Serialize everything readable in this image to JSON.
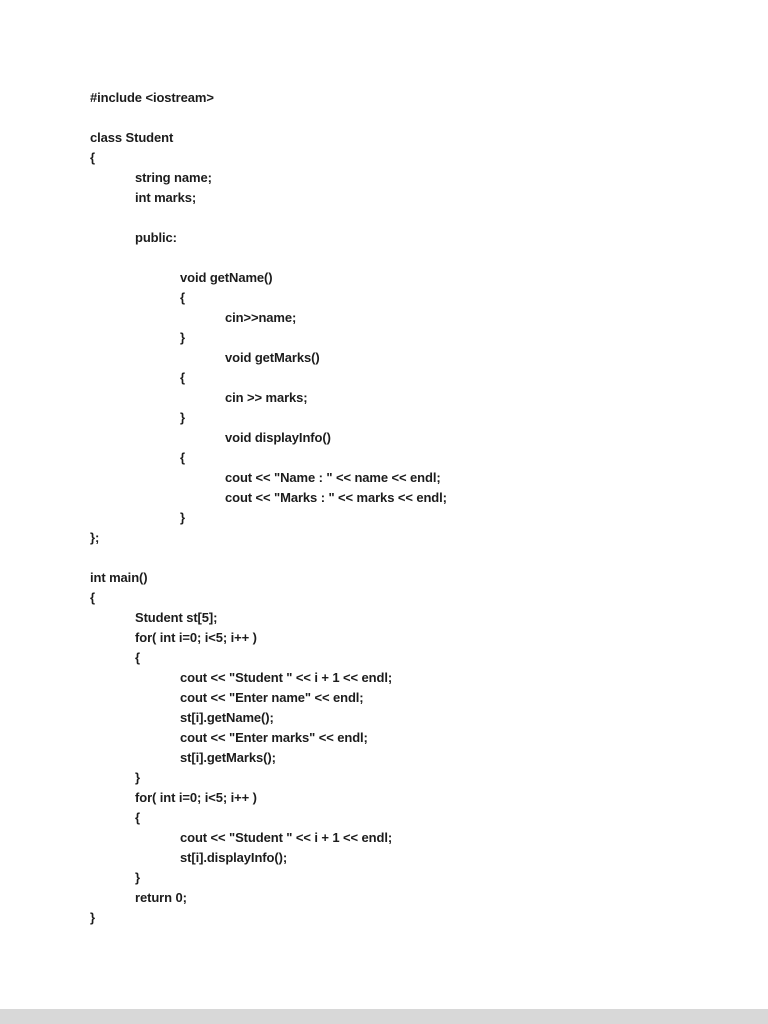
{
  "page": {
    "background_color": "#ffffff",
    "text_color": "#1c1c1c",
    "bottom_bar_color": "#d8d8d8"
  },
  "code": {
    "language": "cpp",
    "lines": [
      {
        "indent": 0,
        "text": "#include <iostream>"
      },
      {
        "indent": 0,
        "text": ""
      },
      {
        "indent": 0,
        "text": "class Student"
      },
      {
        "indent": 0,
        "text": "{"
      },
      {
        "indent": 1,
        "text": "string name;"
      },
      {
        "indent": 1,
        "text": "int marks;"
      },
      {
        "indent": 0,
        "text": ""
      },
      {
        "indent": 1,
        "text": "public:"
      },
      {
        "indent": 0,
        "text": ""
      },
      {
        "indent": 2,
        "text": "void getName()"
      },
      {
        "indent": 2,
        "text": "{"
      },
      {
        "indent": 3,
        "text": "cin>>name;"
      },
      {
        "indent": 2,
        "text": "}"
      },
      {
        "indent": 3,
        "text": "void getMarks()"
      },
      {
        "indent": 2,
        "text": "{"
      },
      {
        "indent": 3,
        "text": "cin >> marks;"
      },
      {
        "indent": 2,
        "text": "}"
      },
      {
        "indent": 3,
        "text": "void displayInfo()"
      },
      {
        "indent": 2,
        "text": "{"
      },
      {
        "indent": 3,
        "text": "cout << \"Name : \" << name << endl;"
      },
      {
        "indent": 3,
        "text": "cout << \"Marks : \" << marks << endl;"
      },
      {
        "indent": 2,
        "text": "}"
      },
      {
        "indent": 0,
        "text": "};"
      },
      {
        "indent": 0,
        "text": ""
      },
      {
        "indent": 0,
        "text": "int main()"
      },
      {
        "indent": 0,
        "text": "{"
      },
      {
        "indent": 1,
        "text": "Student st[5];"
      },
      {
        "indent": 1,
        "text": "for( int i=0; i<5; i++ )"
      },
      {
        "indent": 1,
        "text": "{"
      },
      {
        "indent": 2,
        "text": "cout << \"Student \" << i + 1 << endl;"
      },
      {
        "indent": 2,
        "text": "cout << \"Enter name\" << endl;"
      },
      {
        "indent": 2,
        "text": "st[i].getName();"
      },
      {
        "indent": 2,
        "text": "cout << \"Enter marks\" << endl;"
      },
      {
        "indent": 2,
        "text": "st[i].getMarks();"
      },
      {
        "indent": 1,
        "text": "}"
      },
      {
        "indent": 1,
        "text": "for( int i=0; i<5; i++ )"
      },
      {
        "indent": 1,
        "text": "{"
      },
      {
        "indent": 2,
        "text": "cout << \"Student \" << i + 1 << endl;"
      },
      {
        "indent": 2,
        "text": "st[i].displayInfo();"
      },
      {
        "indent": 1,
        "text": "}"
      },
      {
        "indent": 1,
        "text": "return 0;"
      },
      {
        "indent": 0,
        "text": "}"
      }
    ]
  }
}
